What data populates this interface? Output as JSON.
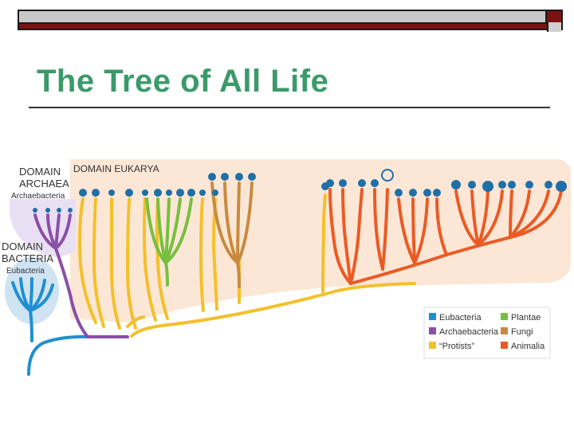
{
  "slide": {
    "title": "The Tree of All Life"
  },
  "tree": {
    "domains": {
      "archaea": {
        "line1": "DOMAIN",
        "line2": "ARCHAEA",
        "sub": "Archaebacteria"
      },
      "bacteria": {
        "line1": "DOMAIN",
        "line2": "BACTERIA",
        "sub": "Eubacteria"
      },
      "eukarya": {
        "label": "DOMAIN EUKARYA"
      }
    },
    "legend": [
      {
        "label": "Eubacteria",
        "color": "#1f8fd0"
      },
      {
        "label": "Archaebacteria",
        "color": "#8a4fa8"
      },
      {
        "label": "“Protists”",
        "color": "#f4c02a"
      },
      {
        "label": "Plantae",
        "color": "#77bf3f"
      },
      {
        "label": "Fungi",
        "color": "#c98a3e"
      },
      {
        "label": "Animalia",
        "color": "#ec5a24"
      }
    ]
  }
}
